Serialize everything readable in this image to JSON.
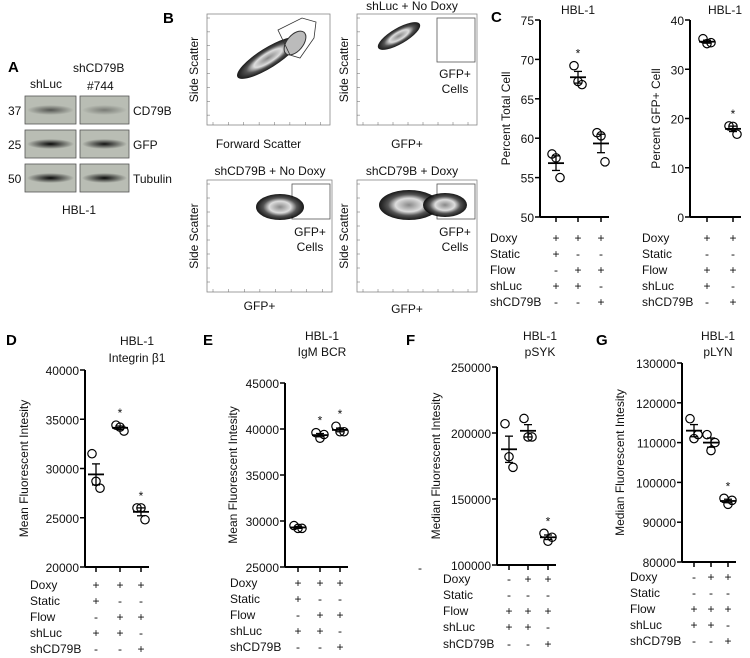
{
  "panel_letters": {
    "A": "A",
    "B": "B",
    "C": "C",
    "D": "D",
    "E": "E",
    "F": "F",
    "G": "G"
  },
  "blot": {
    "lane_labels": [
      {
        "text": "shLuc",
        "color": "#3a3acc"
      },
      {
        "text": "shCD79B",
        "color": "#e0262a"
      },
      {
        "text": "#744",
        "color": "#e0262a"
      }
    ],
    "rows": [
      {
        "mw": "37",
        "protein": "CD79B",
        "band_intensity": [
          0.55,
          0.35
        ]
      },
      {
        "mw": "25",
        "protein": "GFP",
        "band_intensity": [
          0.95,
          0.9
        ]
      },
      {
        "mw": "50",
        "protein": "Tubulin",
        "band_intensity": [
          0.95,
          0.95
        ]
      }
    ],
    "cell_line": "HBL-1"
  },
  "flow": {
    "plots": [
      {
        "title": "",
        "xlabel": "Forward Scatter",
        "ylabel": "Side Scatter",
        "gate": ""
      },
      {
        "title": "shLuc + No Doxy",
        "xlabel": "GFP+",
        "ylabel": "Side Scatter",
        "gate_line1": "GFP+",
        "gate_line2": "Cells"
      },
      {
        "title": "shCD79B + No Doxy",
        "xlabel": "GFP+",
        "ylabel": "Side Scatter",
        "gate_line1": "GFP+",
        "gate_line2": "Cells"
      },
      {
        "title": "shCD79B + Doxy",
        "xlabel": "GFP+",
        "ylabel": "Side Scatter",
        "gate_line1": "GFP+",
        "gate_line2": "Cells"
      }
    ]
  },
  "stray_mark": "-",
  "chart_data": [
    {
      "id": "C1",
      "type": "scatter",
      "title": [
        "HBL-1"
      ],
      "ylabel": "Percent Total Cell",
      "ylim": [
        50,
        75
      ],
      "yticks": [
        50,
        55,
        60,
        65,
        70,
        75
      ],
      "groups": [
        [
          58,
          57.5,
          55
        ],
        [
          69.2,
          67.2,
          66.8
        ],
        [
          60.7,
          60.3,
          57
        ]
      ],
      "significant": [
        false,
        true,
        false
      ],
      "table": [
        {
          "label": "Doxy",
          "signs": [
            "+",
            "+",
            "+"
          ]
        },
        {
          "label": "Static",
          "signs": [
            "+",
            "-",
            "-"
          ]
        },
        {
          "label": "Flow",
          "signs": [
            "-",
            "+",
            "+"
          ]
        },
        {
          "label": "shLuc",
          "signs": [
            "+",
            "+",
            "-"
          ]
        },
        {
          "label": "shCD79B",
          "signs": [
            "-",
            "-",
            "+"
          ]
        }
      ]
    },
    {
      "id": "C2",
      "type": "scatter",
      "title": [
        "HBL-1"
      ],
      "ylabel": "Percent GFP+ Cell",
      "ylim": [
        0,
        40
      ],
      "yticks": [
        0,
        10,
        20,
        30,
        40
      ],
      "groups": [
        [
          36.2,
          35.2,
          35.4
        ],
        [
          18.5,
          18.4,
          16.8
        ]
      ],
      "significant": [
        false,
        true
      ],
      "table": [
        {
          "label": "Doxy",
          "signs": [
            "+",
            "+"
          ]
        },
        {
          "label": "Static",
          "signs": [
            "-",
            "-"
          ]
        },
        {
          "label": "Flow",
          "signs": [
            "+",
            "+"
          ]
        },
        {
          "label": "shLuc",
          "signs": [
            "+",
            "-"
          ]
        },
        {
          "label": "shCD79B",
          "signs": [
            "-",
            "+"
          ]
        }
      ]
    },
    {
      "id": "D",
      "type": "scatter",
      "title": [
        "HBL-1",
        "Integrin β1"
      ],
      "ylabel": "Mean Fluorescent Intesity",
      "ylim": [
        20000,
        40000
      ],
      "yticks": [
        20000,
        25000,
        30000,
        35000,
        40000
      ],
      "groups": [
        [
          31500,
          28700,
          28000
        ],
        [
          34400,
          34200,
          33800
        ],
        [
          26000,
          26000,
          24800
        ]
      ],
      "significant": [
        false,
        true,
        true
      ],
      "table": [
        {
          "label": "Doxy",
          "signs": [
            "+",
            "+",
            "+"
          ]
        },
        {
          "label": "Static",
          "signs": [
            "+",
            "-",
            "-"
          ]
        },
        {
          "label": "Flow",
          "signs": [
            "-",
            "+",
            "+"
          ]
        },
        {
          "label": "shLuc",
          "signs": [
            "+",
            "+",
            "-"
          ]
        },
        {
          "label": "shCD79B",
          "signs": [
            "-",
            "-",
            "+"
          ]
        }
      ]
    },
    {
      "id": "E",
      "type": "scatter",
      "title": [
        "HBL-1",
        "IgM BCR"
      ],
      "ylabel": "Mean Fluorescent Intesity",
      "ylim": [
        25000,
        45000
      ],
      "yticks": [
        25000,
        30000,
        35000,
        40000,
        45000
      ],
      "groups": [
        [
          29500,
          29200,
          29200
        ],
        [
          39600,
          39000,
          39400
        ],
        [
          40300,
          39700,
          39700
        ]
      ],
      "significant": [
        false,
        true,
        true
      ],
      "table": [
        {
          "label": "Doxy",
          "signs": [
            "+",
            "+",
            "+"
          ]
        },
        {
          "label": "Static",
          "signs": [
            "+",
            "-",
            "-"
          ]
        },
        {
          "label": "Flow",
          "signs": [
            "-",
            "+",
            "+"
          ]
        },
        {
          "label": "shLuc",
          "signs": [
            "+",
            "+",
            "-"
          ]
        },
        {
          "label": "shCD79B",
          "signs": [
            "-",
            "-",
            "+"
          ]
        }
      ]
    },
    {
      "id": "F",
      "type": "scatter",
      "title": [
        "HBL-1",
        "pSYK"
      ],
      "ylabel": "Median Fluorescent Intesity",
      "ylim": [
        100000,
        250000
      ],
      "yticks": [
        100000,
        150000,
        200000,
        250000
      ],
      "groups": [
        [
          207000,
          182000,
          174000
        ],
        [
          211000,
          197000,
          197000
        ],
        [
          124000,
          118000,
          121000
        ]
      ],
      "significant": [
        false,
        false,
        true
      ],
      "table": [
        {
          "label": "Doxy",
          "signs": [
            "-",
            "+",
            "+"
          ]
        },
        {
          "label": "Static",
          "signs": [
            "-",
            "-",
            "-"
          ]
        },
        {
          "label": "Flow",
          "signs": [
            "+",
            "+",
            "+"
          ]
        },
        {
          "label": "shLuc",
          "signs": [
            "+",
            "+",
            "-"
          ]
        },
        {
          "label": "shCD79B",
          "signs": [
            "-",
            "-",
            "+"
          ]
        }
      ]
    },
    {
      "id": "G",
      "type": "scatter",
      "title": [
        "HBL-1",
        "pLYN"
      ],
      "ylabel": "Median Fluorescent Intesity",
      "ylim": [
        80000,
        130000
      ],
      "yticks": [
        80000,
        90000,
        100000,
        110000,
        120000,
        130000
      ],
      "groups": [
        [
          116000,
          111000,
          112000
        ],
        [
          112000,
          108000,
          110000
        ],
        [
          96000,
          94500,
          95500
        ]
      ],
      "significant": [
        false,
        false,
        true
      ],
      "table": [
        {
          "label": "Doxy",
          "signs": [
            "-",
            "+",
            "+"
          ]
        },
        {
          "label": "Static",
          "signs": [
            "-",
            "-",
            "-"
          ]
        },
        {
          "label": "Flow",
          "signs": [
            "+",
            "+",
            "+"
          ]
        },
        {
          "label": "shLuc",
          "signs": [
            "+",
            "+",
            "-"
          ]
        },
        {
          "label": "shCD79B",
          "signs": [
            "-",
            "-",
            "+"
          ]
        }
      ]
    }
  ]
}
